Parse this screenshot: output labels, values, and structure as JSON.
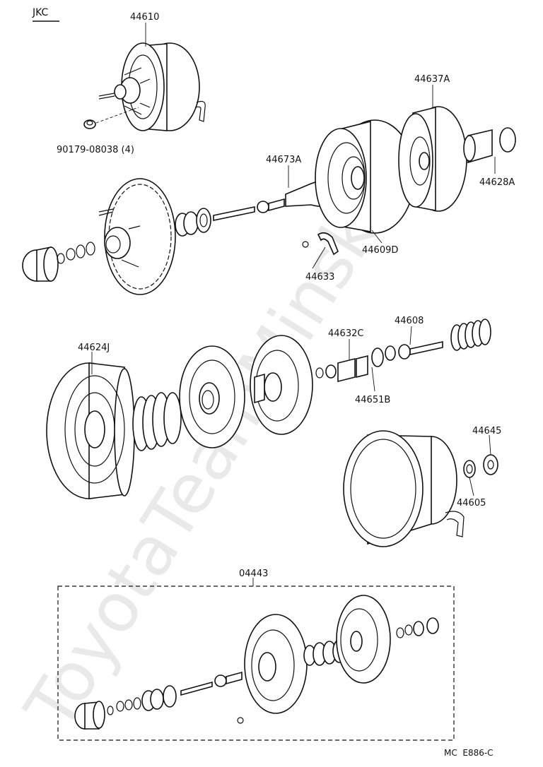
{
  "header": {
    "code": "JKC"
  },
  "watermark": "ToyotaTeamMinsk.ru",
  "parts": {
    "p44610": "44610",
    "p90179": "90179-08038 (4)",
    "p44637A": "44637A",
    "p44673A": "44673A",
    "p44628A": "44628A",
    "p44609D": "44609D",
    "p44633": "44633",
    "p44624J": "44624J",
    "p44632C": "44632C",
    "p44608": "44608",
    "p44651B": "44651B",
    "p44645": "44645",
    "p44605": "44605",
    "p04443": "04443"
  },
  "footer": {
    "code": "MC  E886-C"
  }
}
